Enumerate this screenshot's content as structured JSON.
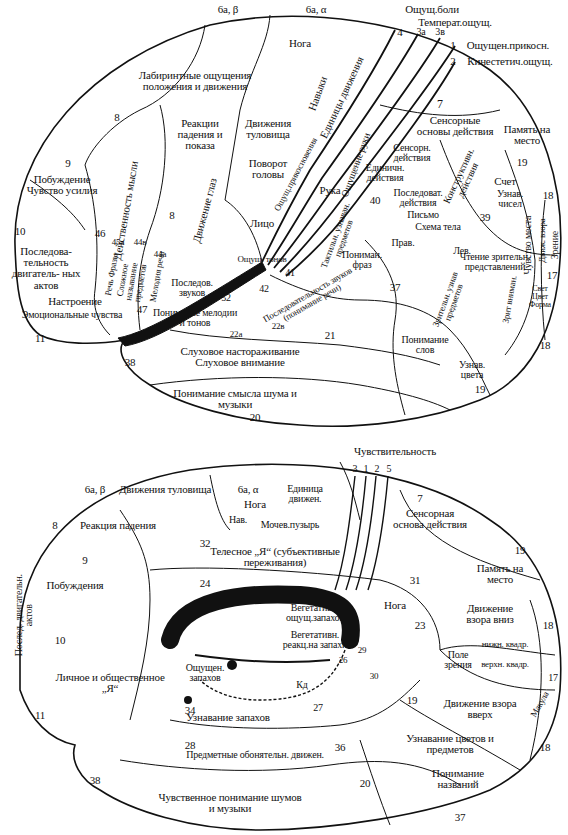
{
  "diagram": {
    "labels": [
      "6а, β",
      "6а, α",
      "Ощущ.боли",
      "Температ.ощущ.",
      "4",
      "3а",
      "3в",
      "1",
      "Ощущен.прикосн.",
      "2",
      "Кинестетич.ощущ.",
      "Нога",
      "Лабиринтные ощущения положения и движения",
      "8",
      "Реакции падения и показа",
      "Движения туловища",
      "Поворот головы",
      "Навыки",
      "Единицы движения",
      "7",
      "Сенсорные основы действия",
      "Память на место",
      "19",
      "Счет",
      "Узнав. чисел",
      "18",
      "Чувство места",
      "Движ. взора",
      "Зрение",
      "17",
      "Свет Цвет Форма",
      "9",
      "Побуждение Чувство усилия",
      "46",
      "10",
      "Последова- тельность двигатель- ных актов",
      "Действенность мысли",
      "8",
      "Движение глаз",
      "Рука",
      "Ощущение руки",
      "Сенсорн. действия",
      "Единичн. действия",
      "Конструктивн. действия",
      "40",
      "Последоват. действия",
      "Письмо",
      "Схема тела",
      "39",
      "Прав.",
      "Лев.",
      "Тактильн. узнаван. предметов",
      "Лицо",
      "Ощущ.прикосновения",
      "45а",
      "44в",
      "44а",
      "Речь Фразы",
      "Сложное называние предметов",
      "Мелодия речи",
      "Настроение",
      "Эмоциональные чувства",
      "47",
      "11",
      "Последов. звуков",
      "52",
      "41",
      "Ощущ. тонов",
      "42",
      "Понимание мелодии и тонов",
      "22а",
      "22в",
      "Последовательность звуков (понимание речи)",
      "Пониман. фраз",
      "37",
      "21",
      "Чтение зрительн. представлений",
      "Зрительн. узнав предметов",
      "Зрит вниман.",
      "Понимание слов",
      "Узнав. цвета",
      "19",
      "18",
      "38",
      "Слуховое настораживание Слуховое внимание",
      "Понимание смысла шума и музыки",
      "20",
      "Чувствительность",
      "3",
      "1",
      "2",
      "5",
      "6а, β",
      "Движения туловища",
      "6а, α",
      "Нога",
      "Единица движен.",
      "7",
      "Сенсорная основа действия",
      "8",
      "Реакция падения",
      "Нав.",
      "Мочев.пузырь",
      "Телесное „Я“ (субъективные переживания)",
      "9",
      "32",
      "Побуждения",
      "24",
      "31",
      "Нога",
      "19",
      "Память на место",
      "Послед. двигательн. актов",
      "10",
      "Вегетативн. ощущ.запахов",
      "Вегетативн. реакц.на запахи",
      "23",
      "26",
      "29",
      "30",
      "Движение взора вниз",
      "18",
      "Поле зрения",
      "нижн. квадр.",
      "верхн. квадр.",
      "17",
      "Макула",
      "18",
      "19",
      "Движение взора вверх",
      "Узнавание цветов и предметов",
      "Ощущен. запахов",
      "Кд",
      "34",
      "27",
      "Узнавание запахов",
      "Личное и общественное „Я“",
      "11",
      "28",
      "36",
      "Предметные обонятельн. движен.",
      "Понимание названий",
      "20",
      "38",
      "Чувственное понимание шумов и музыки",
      "37"
    ]
  }
}
